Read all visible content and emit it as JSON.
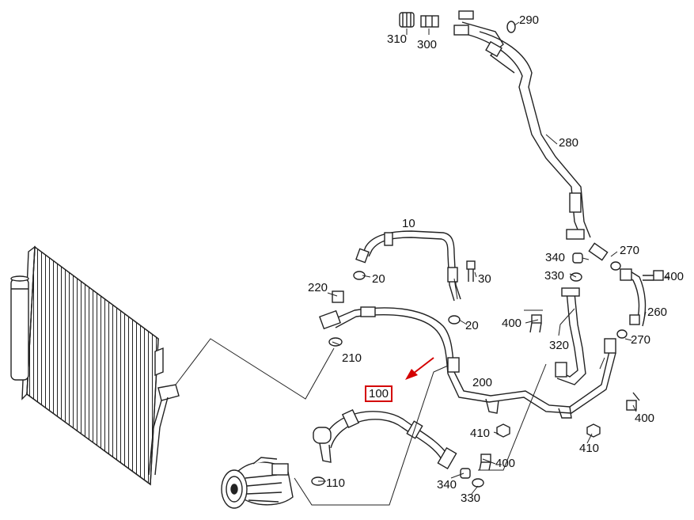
{
  "highlight": {
    "part": "100",
    "color": "#d40000"
  },
  "parts": [
    {
      "key": "p10",
      "label": "10"
    },
    {
      "key": "p20a",
      "label": "20"
    },
    {
      "key": "p20b",
      "label": "20"
    },
    {
      "key": "p30",
      "label": "30"
    },
    {
      "key": "p100",
      "label": "100"
    },
    {
      "key": "p110",
      "label": "110"
    },
    {
      "key": "p200",
      "label": "200"
    },
    {
      "key": "p210",
      "label": "210"
    },
    {
      "key": "p220",
      "label": "220"
    },
    {
      "key": "p260",
      "label": "260"
    },
    {
      "key": "p270a",
      "label": "270"
    },
    {
      "key": "p270b",
      "label": "270"
    },
    {
      "key": "p280",
      "label": "280"
    },
    {
      "key": "p290",
      "label": "290"
    },
    {
      "key": "p300",
      "label": "300"
    },
    {
      "key": "p310",
      "label": "310"
    },
    {
      "key": "p320",
      "label": "320"
    },
    {
      "key": "p330a",
      "label": "330"
    },
    {
      "key": "p330b",
      "label": "330"
    },
    {
      "key": "p340a",
      "label": "340"
    },
    {
      "key": "p340b",
      "label": "340"
    },
    {
      "key": "p400a",
      "label": "400"
    },
    {
      "key": "p400b",
      "label": "400"
    },
    {
      "key": "p400c",
      "label": "400"
    },
    {
      "key": "p400d",
      "label": "400"
    },
    {
      "key": "p410a",
      "label": "410"
    },
    {
      "key": "p410b",
      "label": "410"
    }
  ]
}
